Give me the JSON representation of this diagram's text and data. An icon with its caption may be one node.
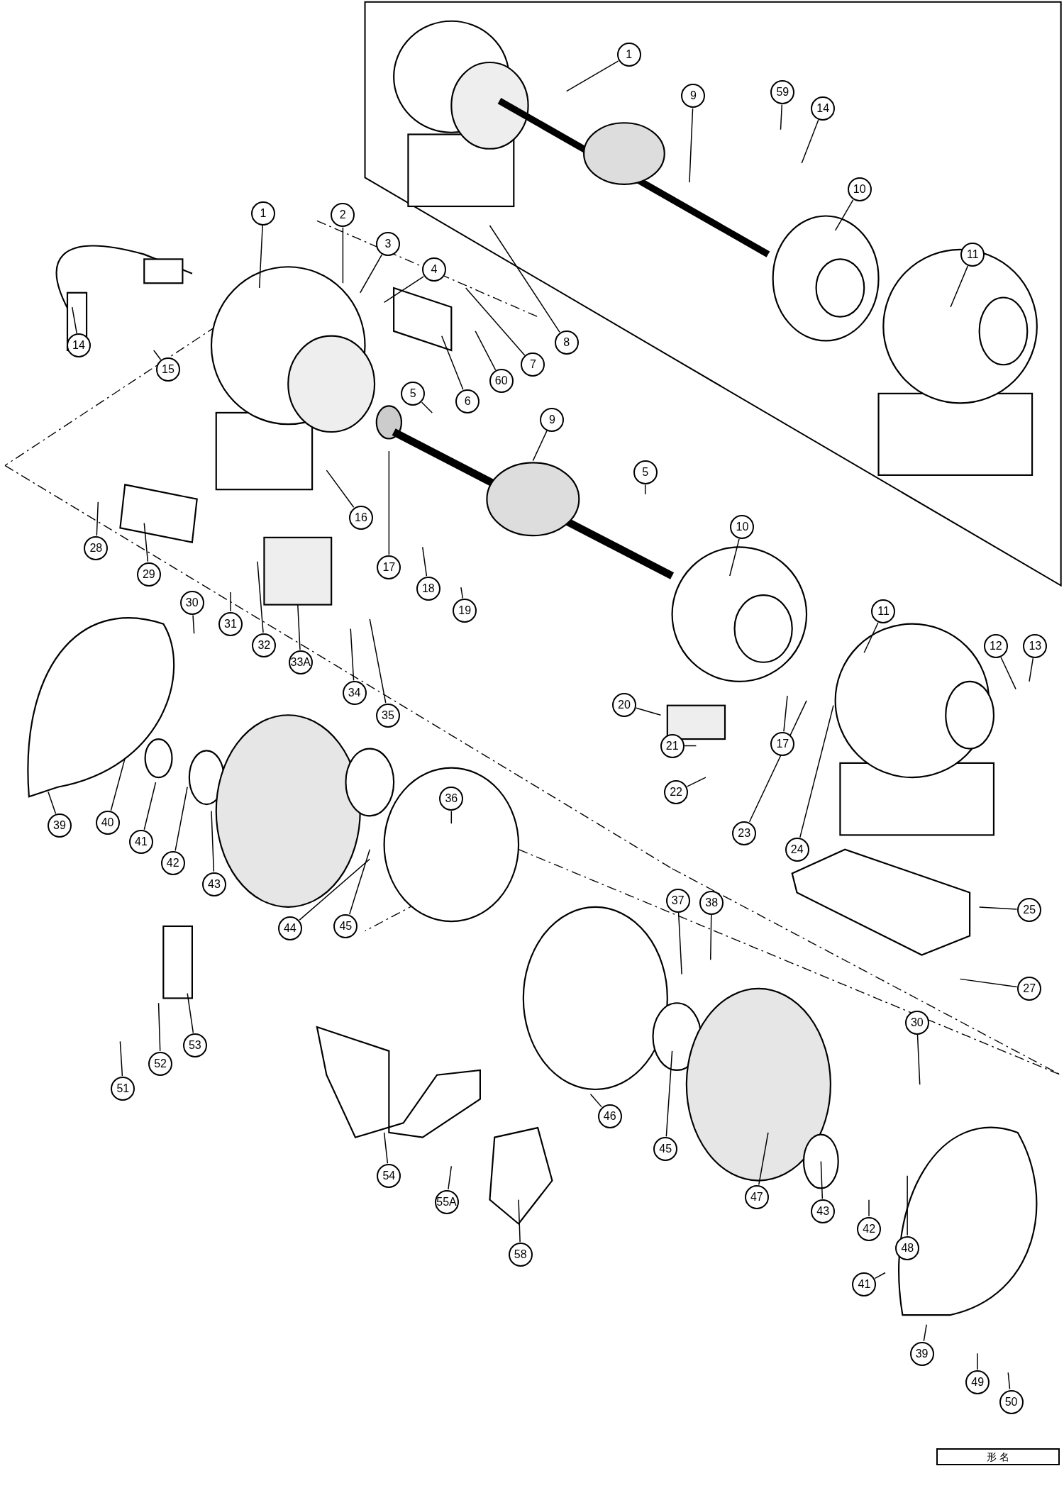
{
  "diagram": {
    "nodes": [
      {
        "text": [
          "1"
        ]
      },
      {
        "text": [
          "9"
        ]
      },
      {
        "text": [
          "59"
        ]
      },
      {
        "text": [
          "14"
        ]
      },
      {
        "text": [
          "10"
        ]
      },
      {
        "text": [
          "11"
        ]
      },
      {
        "text": [
          "1"
        ]
      },
      {
        "text": [
          "2"
        ]
      },
      {
        "text": [
          "3"
        ]
      },
      {
        "text": [
          "4"
        ]
      },
      {
        "text": [
          "8"
        ]
      },
      {
        "text": [
          "7"
        ]
      },
      {
        "text": [
          "60"
        ]
      },
      {
        "text": [
          "6"
        ]
      },
      {
        "text": [
          "14"
        ]
      },
      {
        "text": [
          "15"
        ]
      },
      {
        "text": [
          "5"
        ]
      },
      {
        "text": [
          "9"
        ]
      },
      {
        "text": [
          "5"
        ]
      },
      {
        "text": [
          "10"
        ]
      },
      {
        "text": [
          "16"
        ]
      },
      {
        "text": [
          "17"
        ]
      },
      {
        "text": [
          "28"
        ]
      },
      {
        "text": [
          "29"
        ]
      },
      {
        "text": [
          "18"
        ]
      },
      {
        "text": [
          "19"
        ]
      },
      {
        "text": [
          "31"
        ]
      },
      {
        "text": [
          "32"
        ]
      },
      {
        "text": [
          "33A"
        ]
      },
      {
        "text": [
          "34"
        ]
      },
      {
        "text": [
          "35"
        ]
      },
      {
        "text": [
          "30"
        ]
      },
      {
        "text": [
          "11"
        ]
      },
      {
        "text": [
          "12"
        ]
      },
      {
        "text": [
          "13"
        ]
      },
      {
        "text": [
          "20"
        ]
      },
      {
        "text": [
          "21"
        ]
      },
      {
        "text": [
          "22"
        ]
      },
      {
        "text": [
          "17"
        ]
      },
      {
        "text": [
          "23"
        ]
      },
      {
        "text": [
          "24"
        ]
      },
      {
        "text": [
          "36"
        ]
      },
      {
        "text": [
          "39"
        ]
      },
      {
        "text": [
          "40"
        ]
      },
      {
        "text": [
          "41"
        ]
      },
      {
        "text": [
          "42"
        ]
      },
      {
        "text": [
          "43"
        ]
      },
      {
        "text": [
          "44"
        ]
      },
      {
        "text": [
          "45"
        ]
      },
      {
        "text": [
          "25"
        ]
      },
      {
        "text": [
          "37"
        ]
      },
      {
        "text": [
          "38"
        ]
      },
      {
        "text": [
          "27"
        ]
      },
      {
        "text": [
          "53"
        ]
      },
      {
        "text": [
          "52"
        ]
      },
      {
        "text": [
          "51"
        ]
      },
      {
        "text": [
          "30"
        ]
      },
      {
        "text": [
          "46"
        ]
      },
      {
        "text": [
          "45"
        ]
      },
      {
        "text": [
          "54"
        ]
      },
      {
        "text": [
          "47"
        ]
      },
      {
        "text": [
          "43"
        ]
      },
      {
        "text": [
          "42"
        ]
      },
      {
        "text": [
          "41"
        ]
      },
      {
        "text": [
          "48"
        ]
      },
      {
        "text": [
          "55A"
        ]
      },
      {
        "text": [
          "58"
        ]
      },
      {
        "text": [
          "39"
        ]
      },
      {
        "text": [
          "49"
        ]
      },
      {
        "text": [
          "50"
        ]
      }
    ],
    "edges": [
      {
        "from": 0,
        "to": null,
        "arrow": "none"
      },
      {
        "from": 1,
        "to": null,
        "arrow": "none"
      },
      {
        "from": 2,
        "to": null,
        "arrow": "none"
      },
      {
        "from": 3,
        "to": null,
        "arrow": "none"
      },
      {
        "from": 4,
        "to": null,
        "arrow": "none"
      },
      {
        "from": 5,
        "to": null,
        "arrow": "none"
      },
      {
        "from": 6,
        "to": null,
        "arrow": "none"
      },
      {
        "from": 7,
        "to": null,
        "arrow": "none"
      },
      {
        "from": 8,
        "to": null,
        "arrow": "none"
      },
      {
        "from": 9,
        "to": null,
        "arrow": "none"
      },
      {
        "from": 10,
        "to": null,
        "arrow": "none"
      },
      {
        "from": 11,
        "to": null,
        "arrow": "none"
      },
      {
        "from": 12,
        "to": null,
        "arrow": "none"
      },
      {
        "from": 13,
        "to": null,
        "arrow": "none"
      },
      {
        "from": 14,
        "to": null,
        "arrow": "none"
      },
      {
        "from": 15,
        "to": null,
        "arrow": "none"
      },
      {
        "from": 16,
        "to": null,
        "arrow": "none"
      },
      {
        "from": 17,
        "to": null,
        "arrow": "none"
      },
      {
        "from": 18,
        "to": null,
        "arrow": "none"
      },
      {
        "from": 19,
        "to": null,
        "arrow": "none"
      },
      {
        "from": 20,
        "to": null,
        "arrow": "none"
      },
      {
        "from": 21,
        "to": null,
        "arrow": "none"
      },
      {
        "from": 22,
        "to": null,
        "arrow": "none"
      },
      {
        "from": 23,
        "to": null,
        "arrow": "none"
      },
      {
        "from": 24,
        "to": null,
        "arrow": "none"
      },
      {
        "from": 25,
        "to": null,
        "arrow": "none"
      },
      {
        "from": 26,
        "to": null,
        "arrow": "none"
      },
      {
        "from": 27,
        "to": null,
        "arrow": "none"
      },
      {
        "from": 28,
        "to": null,
        "arrow": "none"
      },
      {
        "from": 29,
        "to": null,
        "arrow": "none"
      },
      {
        "from": 30,
        "to": null,
        "arrow": "none"
      },
      {
        "from": 31,
        "to": null,
        "arrow": "none"
      },
      {
        "from": 32,
        "to": null,
        "arrow": "none"
      },
      {
        "from": 33,
        "to": null,
        "arrow": "none"
      },
      {
        "from": 34,
        "to": null,
        "arrow": "none"
      },
      {
        "from": 35,
        "to": null,
        "arrow": "none"
      },
      {
        "from": 36,
        "to": null,
        "arrow": "none"
      },
      {
        "from": 37,
        "to": null,
        "arrow": "none"
      },
      {
        "from": 38,
        "to": null,
        "arrow": "none"
      },
      {
        "from": 39,
        "to": null,
        "arrow": "none"
      },
      {
        "from": 40,
        "to": null,
        "arrow": "none"
      },
      {
        "from": 41,
        "to": null,
        "arrow": "none"
      },
      {
        "from": 42,
        "to": null,
        "arrow": "none"
      },
      {
        "from": 43,
        "to": null,
        "arrow": "none"
      },
      {
        "from": 44,
        "to": null,
        "arrow": "none"
      },
      {
        "from": 45,
        "to": null,
        "arrow": "none"
      },
      {
        "from": 46,
        "to": null,
        "arrow": "none"
      },
      {
        "from": 47,
        "to": null,
        "arrow": "none"
      },
      {
        "from": 48,
        "to": null,
        "arrow": "none"
      },
      {
        "from": 49,
        "to": null,
        "arrow": "none"
      },
      {
        "from": 50,
        "to": null,
        "arrow": "none"
      },
      {
        "from": 51,
        "to": null,
        "arrow": "none"
      },
      {
        "from": 52,
        "to": null,
        "arrow": "none"
      },
      {
        "from": 53,
        "to": null,
        "arrow": "none"
      },
      {
        "from": 54,
        "to": null,
        "arrow": "none"
      },
      {
        "from": 55,
        "to": null,
        "arrow": "none"
      },
      {
        "from": 56,
        "to": null,
        "arrow": "none"
      },
      {
        "from": 57,
        "to": null,
        "arrow": "none"
      },
      {
        "from": 58,
        "to": null,
        "arrow": "none"
      },
      {
        "from": 59,
        "to": null,
        "arrow": "none"
      },
      {
        "from": 60,
        "to": null,
        "arrow": "none"
      },
      {
        "from": 61,
        "to": null,
        "arrow": "none"
      },
      {
        "from": 62,
        "to": null,
        "arrow": "none"
      },
      {
        "from": 63,
        "to": null,
        "arrow": "none"
      },
      {
        "from": 64,
        "to": null,
        "arrow": "none"
      },
      {
        "from": 65,
        "to": null,
        "arrow": "none"
      },
      {
        "from": 66,
        "to": null,
        "arrow": "none"
      },
      {
        "from": 67,
        "to": null,
        "arrow": "none"
      },
      {
        "from": 68,
        "to": null,
        "arrow": "none"
      },
      {
        "from": 69,
        "to": null,
        "arrow": "none"
      }
    ],
    "labels": [
      "形 名"
    ]
  }
}
